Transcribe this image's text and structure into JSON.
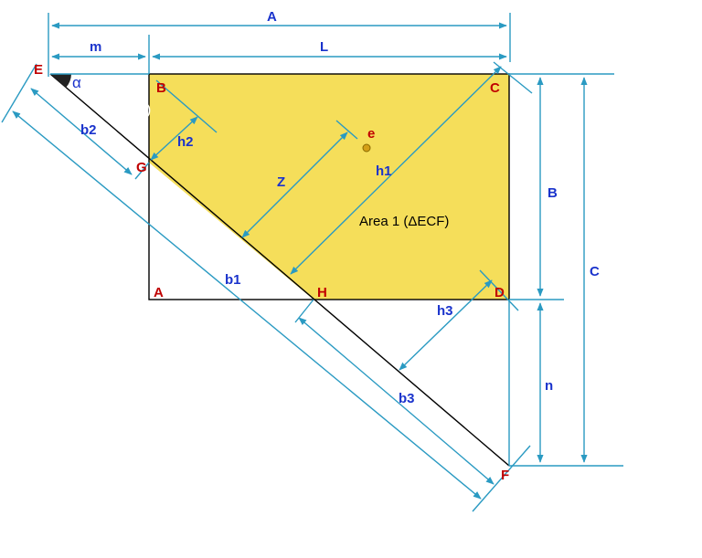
{
  "colors": {
    "fill": "#f5de5a",
    "dimension": "#2a9ac2",
    "point_label": "#c00000",
    "dimension_label": "#1a33cc",
    "angle_marker": "#222222",
    "point_e": "#d4a017"
  },
  "points": {
    "E": "E",
    "B": "B",
    "C": "C",
    "G": "G",
    "A": "A",
    "H": "H",
    "D": "D",
    "F": "F",
    "e": "e"
  },
  "dimensions": {
    "A": "A",
    "m": "m",
    "L": "L",
    "B": "B",
    "C": "C",
    "n": "n",
    "b1": "b1",
    "b2": "b2",
    "b3": "b3",
    "h1": "h1",
    "h2": "h2",
    "h3": "h3",
    "Z": "Z"
  },
  "angle": "α",
  "area_label": "Area 1 (ΔECF)",
  "stray_mark": ")"
}
